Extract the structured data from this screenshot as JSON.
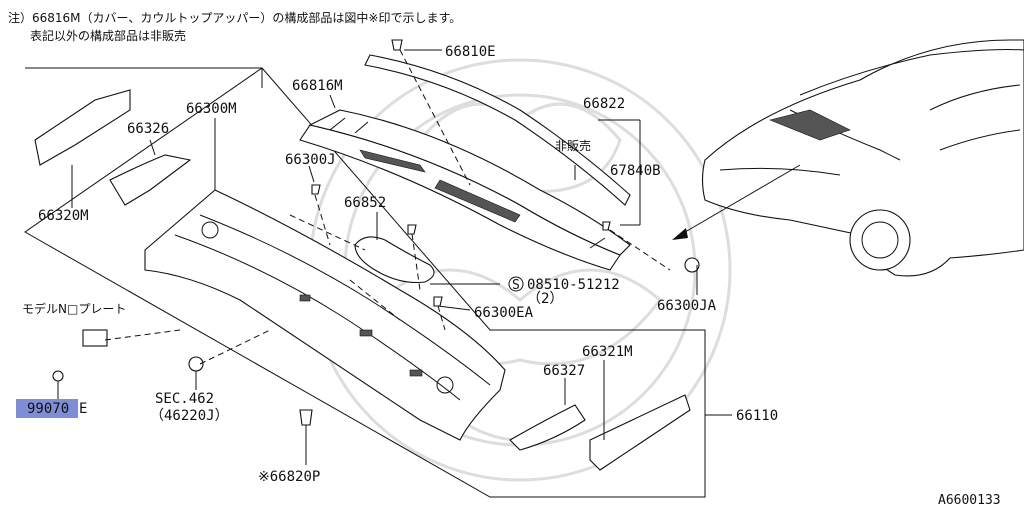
{
  "header": {
    "note_line1": "注）66816M（カバー、カウルトップアッパー）の構成部品は図中※印で示します。",
    "note_line2": "表記以外の構成部品は非販売"
  },
  "labels": {
    "p66810E": "66810E",
    "p66816M": "66816M",
    "p66822": "66822",
    "hanbai": "非販売",
    "p67840B": "67840B",
    "p66300M": "66300M",
    "p66326": "66326",
    "p66320M": "66320M",
    "p66300J": "66300J",
    "p66852": "66852",
    "p08510": "08510-51212",
    "p08510_qty": "（2）",
    "p66300EA": "66300EA",
    "p66300JA": "66300JA",
    "model_plate": "モデルN□プレート",
    "p99070E_a": "99070",
    "p99070E_b": "E",
    "sec462": "SEC.462",
    "p46220J": "（46220J）",
    "p66321M": "66321M",
    "p66327": "66327",
    "p66110": "66110",
    "p66820P": "※66820P",
    "s_mark": "S"
  },
  "footer": {
    "ref_code": "A6600133"
  },
  "colors": {
    "highlight": "#7f8cd6",
    "line": "#111111",
    "watermark": "#dddddd"
  }
}
